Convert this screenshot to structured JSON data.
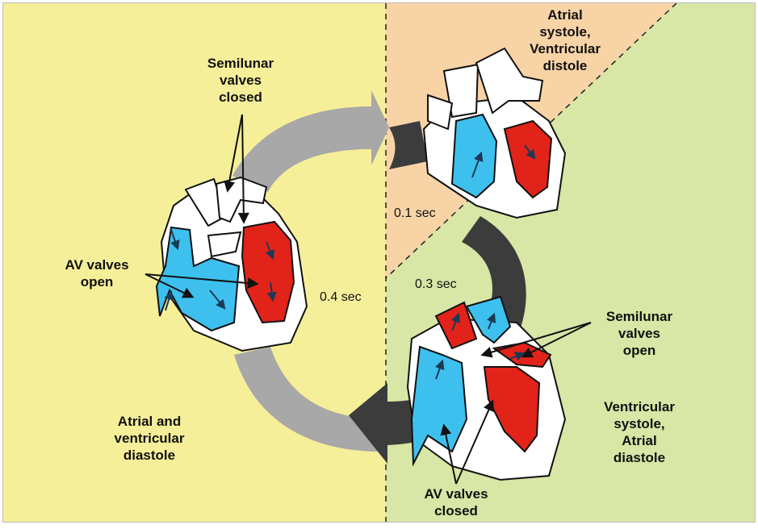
{
  "colors": {
    "phase_diastole": "#f6ef9a",
    "phase_atrial_systole": "#f8d3a6",
    "phase_ventricular_systole": "#d8e6a6",
    "arrow_light": "#a8a8a8",
    "arrow_dark": "#3c3c3c",
    "deoxygenated_blood": "#3ec0ee",
    "oxygenated_blood": "#e2231a"
  },
  "phases": {
    "diastole": [
      "Atrial and",
      "ventricular",
      "diastole"
    ],
    "atrial_systole": [
      "Atrial",
      "systole,",
      "Ventricular",
      "distole"
    ],
    "ventricular_systole": [
      "Ventricular",
      "systole,",
      "Atrial",
      "diastole"
    ]
  },
  "durations": {
    "atrial_systole": "0.1 sec",
    "ventricular_systole": "0.3 sec",
    "diastole": "0.4 sec"
  },
  "labels": {
    "semilunar_closed": [
      "Semilunar",
      "valves",
      "closed"
    ],
    "av_open": [
      "AV valves",
      "open"
    ],
    "semilunar_open": [
      "Semilunar",
      "valves",
      "open"
    ],
    "av_closed": [
      "AV valves",
      "closed"
    ]
  }
}
